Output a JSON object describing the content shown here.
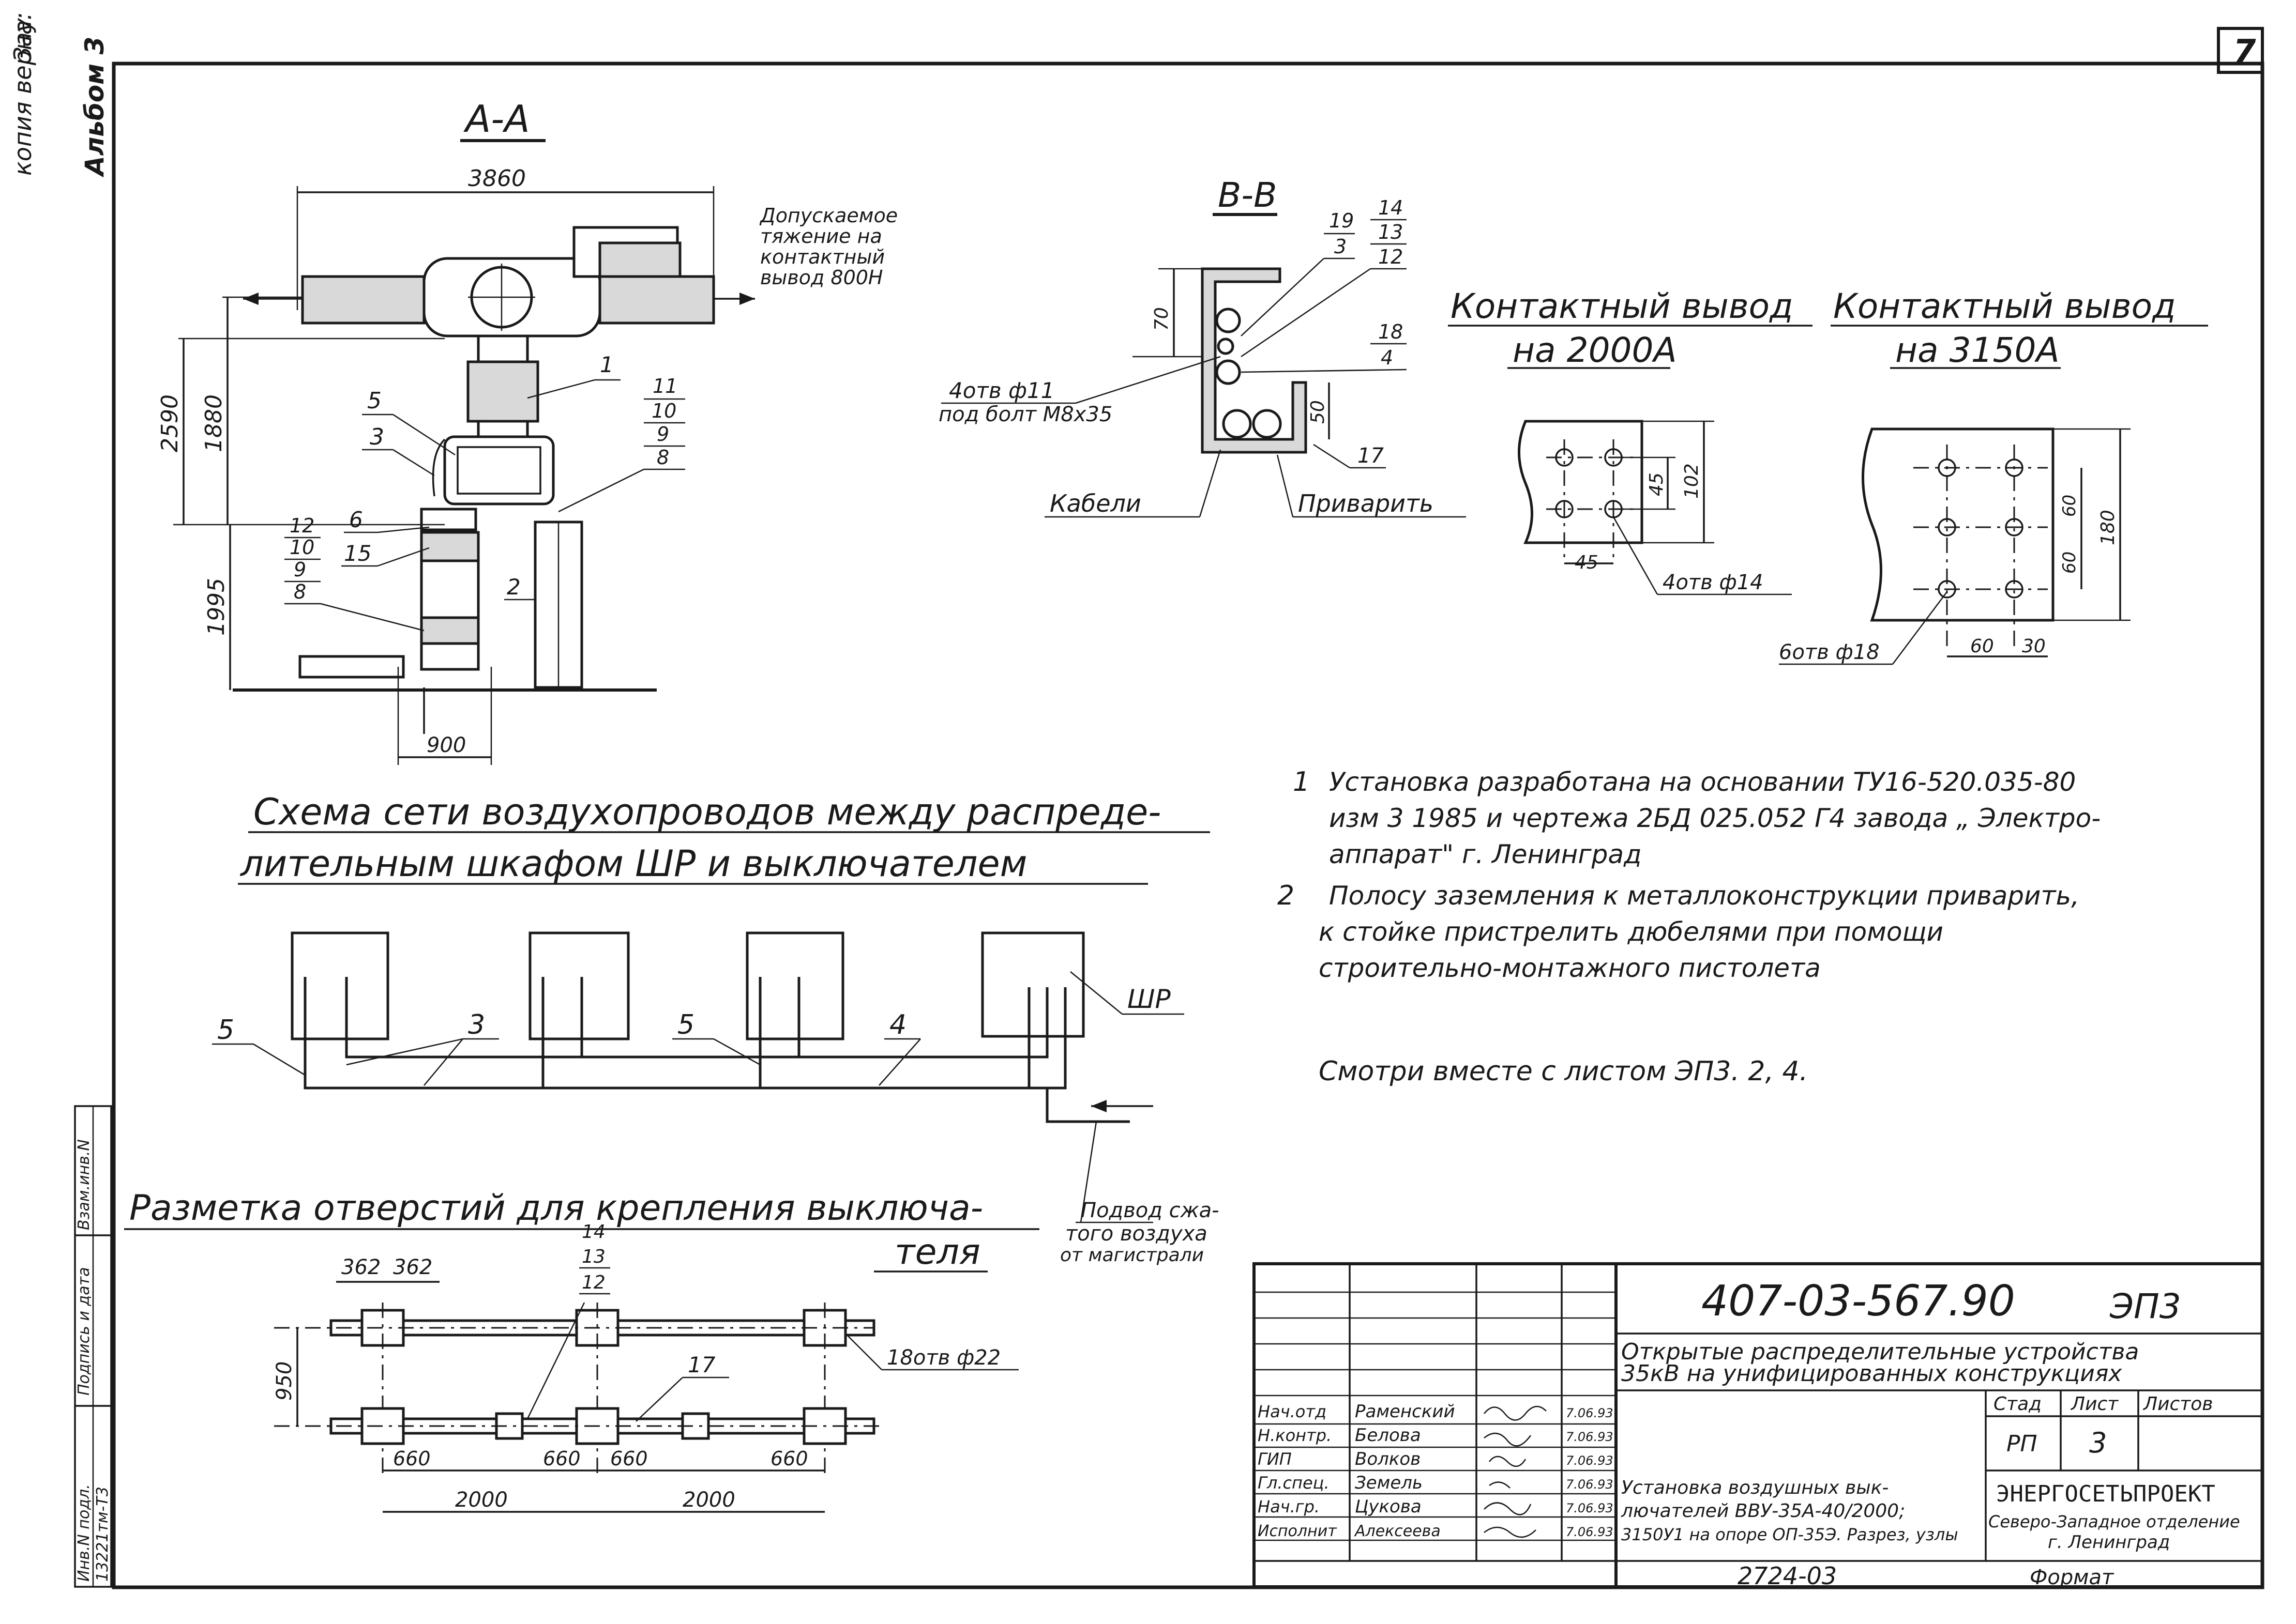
{
  "sheet_number": "7",
  "margin": {
    "copy_note": "копия верна:",
    "copy_signature": "Зау",
    "album": "Альбом 3",
    "inv_label": "Инв.N подл.",
    "inv_value": "13221тм-Т3",
    "sign_date": "Подпись и дата",
    "replace_inv": "Взам.инв.N"
  },
  "section_aa": {
    "title": "А-А",
    "dim_width": "3860",
    "dim_2590": "2590",
    "dim_1880": "1880",
    "dim_1995": "1995",
    "dim_900": "900",
    "load_note": [
      "Допускаемое",
      "тяжение на",
      "контактный",
      "вывод 800Н"
    ],
    "callouts": {
      "c1": "1",
      "c5": "5",
      "c3": "3",
      "c6": "6",
      "c15": "15",
      "c2": "2",
      "r11": "11",
      "r10": "10",
      "r9": "9",
      "r8": "8",
      "l12": "12",
      "l10": "10",
      "l9": "9",
      "l8": "8"
    }
  },
  "section_bb": {
    "title": "В-В",
    "c19": "19",
    "c3": "3",
    "c14": "14",
    "c13": "13",
    "c12": "12",
    "c18": "18",
    "c4": "4",
    "c17": "17",
    "dim_70": "70",
    "dim_50": "50",
    "holes": "4отв ф11",
    "bolt": "под болт М8х35",
    "cables": "Кабели",
    "weld": "Приварить"
  },
  "terminal_2000": {
    "title1": "Контактный вывод",
    "title2": "на 2000А",
    "dim_45v": "45",
    "dim_102": "102",
    "dim_45h": "45",
    "holes": "4отв ф14"
  },
  "terminal_3150": {
    "title1": "Контактный вывод",
    "title2": "на 3150А",
    "dim_60a": "60",
    "dim_60b": "60",
    "dim_180": "180",
    "dim_60h": "60",
    "dim_30": "30",
    "holes": "6отв ф18"
  },
  "notes": {
    "n1_num": "1",
    "n1_lines": [
      "Установка разработана на основании ТУ16-520.035-80",
      "изм 3 1985 и чертежа 2БД 025.052 Г4 завода „ Электро-",
      "аппарат\" г. Ленинград"
    ],
    "n2_num": "2",
    "n2_lines": [
      "Полосу заземления к металлоконструкции приварить,",
      "к стойке пристрелить дюбелями при помощи",
      "строительно-монтажного пистолета"
    ],
    "see_also": "Смотри вместе с листом ЭП3. 2, 4."
  },
  "air_scheme": {
    "title1": "Схема сети воздухопроводов между распреде-",
    "title2": "лительным шкафом ШР и выключателем",
    "label_sr": "ШР",
    "c5a": "5",
    "c3": "3",
    "c5b": "5",
    "c4": "4",
    "supply": [
      "Подвод сжа-",
      "того воздуха",
      "от магистрали"
    ]
  },
  "holes_layout": {
    "title1": "Разметка отверстий для крепления выключа-",
    "title2": "теля",
    "dim_362a": "362",
    "dim_362b": "362",
    "c14": "14",
    "c13": "13",
    "c12": "12",
    "c17": "17",
    "holes18": "18отв ф22",
    "dim_950": "950",
    "dim_660a": "660",
    "dim_660b": "660",
    "dim_660c": "660",
    "dim_660d": "660",
    "dim_2000a": "2000",
    "dim_2000b": "2000"
  },
  "title_block": {
    "doc_code": "407-03-567.90",
    "doc_sheet_code": "ЭП3",
    "project_title": [
      "Открытые распределительные устройства",
      "35кВ на унифицированных конструкциях"
    ],
    "staff": [
      {
        "role": "Нач.отд",
        "name": "Раменский",
        "date": "7.06.93"
      },
      {
        "role": "Н.контр.",
        "name": "Белова",
        "date": "7.06.93"
      },
      {
        "role": "ГИП",
        "name": "Волков",
        "date": "7.06.93"
      },
      {
        "role": "Гл.спец.",
        "name": "Земель",
        "date": "7.06.93"
      },
      {
        "role": "Нач.гр.",
        "name": "Цукова",
        "date": "7.06.93"
      },
      {
        "role": "Исполнит",
        "name": "Алексеева",
        "date": "7.06.93"
      }
    ],
    "stage_label": "Стад",
    "sheet_label": "Лист",
    "sheets_label": "Листов",
    "stage_value": "РП",
    "sheet_value": "3",
    "drawing_title": [
      "Установка воздушных вык-",
      "лючателей ВВУ-35А-40/2000;",
      "3150У1 на опоре ОП-35Э. Разрез, узлы"
    ],
    "org_lines": [
      "ЭНЕРГОСЕТЬПРОЕКТ",
      "Северо-Западное отделение",
      "г. Ленинград"
    ],
    "bottom_code": "2724-03",
    "format": "Формат"
  }
}
